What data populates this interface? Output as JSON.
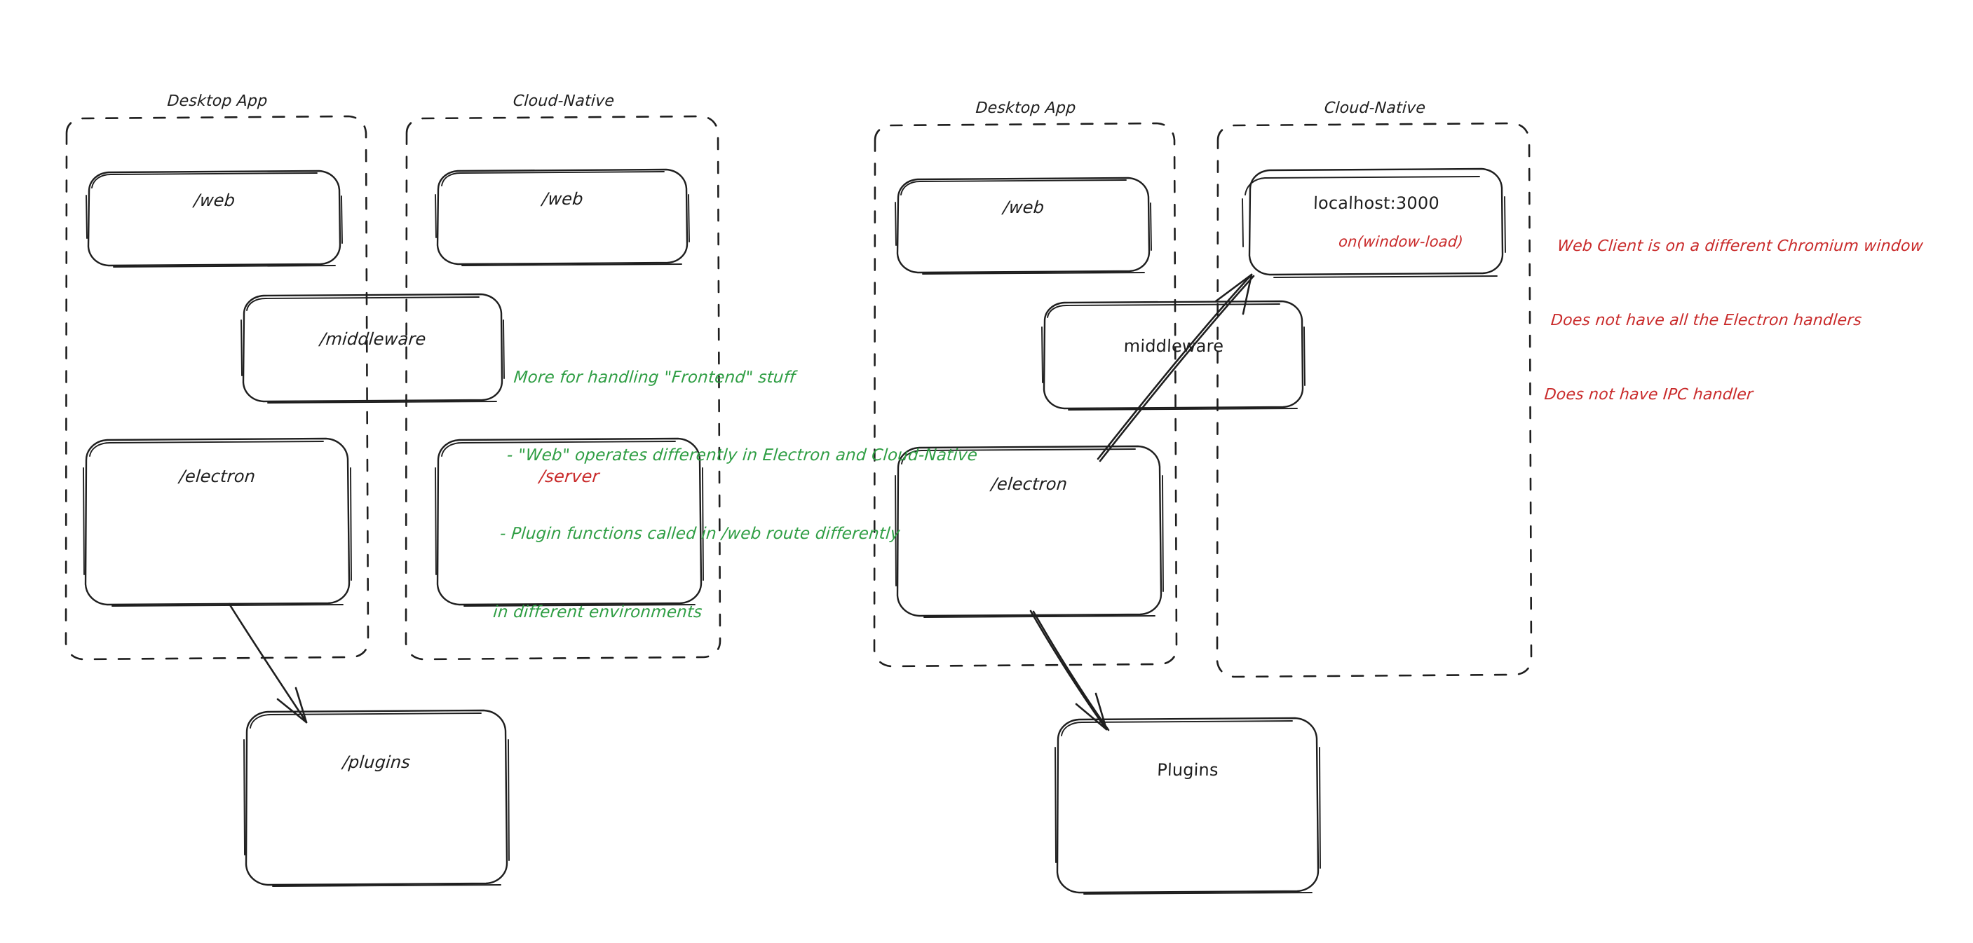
{
  "diagram": {
    "title": "Desktop App vs Cloud-Native architecture sketch",
    "colors": {
      "ink": "#1e1e1e",
      "green_note": "#2f9e44",
      "red_note": "#c92a2a"
    },
    "left_diagram": {
      "groups": [
        {
          "label": "Desktop App"
        },
        {
          "label": "Cloud-Native"
        }
      ],
      "nodes": [
        {
          "label": "/web"
        },
        {
          "label": "/web"
        },
        {
          "label": "/middleware"
        },
        {
          "label": "/electron"
        },
        {
          "label": "/server"
        },
        {
          "label": "/plugins"
        }
      ],
      "note_green": [
        "More for handling \"Frontend\" stuff",
        "- \"Web\" operates differently in Electron and Cloud-Native",
        "- Plugin functions called in /web route differently",
        "in different environments"
      ]
    },
    "right_diagram": {
      "groups": [
        {
          "label": "Desktop App"
        },
        {
          "label": "Cloud-Native"
        }
      ],
      "nodes": [
        {
          "label": "/web"
        },
        {
          "label": "localhost:3000",
          "sublabel": "on(window-load)"
        },
        {
          "label": "middleware"
        },
        {
          "label": "/electron"
        },
        {
          "label": "Plugins"
        }
      ],
      "note_red": [
        "Web Client is on a different Chromium window",
        "Does not have all the Electron handlers",
        "Does not have IPC handler"
      ]
    }
  }
}
